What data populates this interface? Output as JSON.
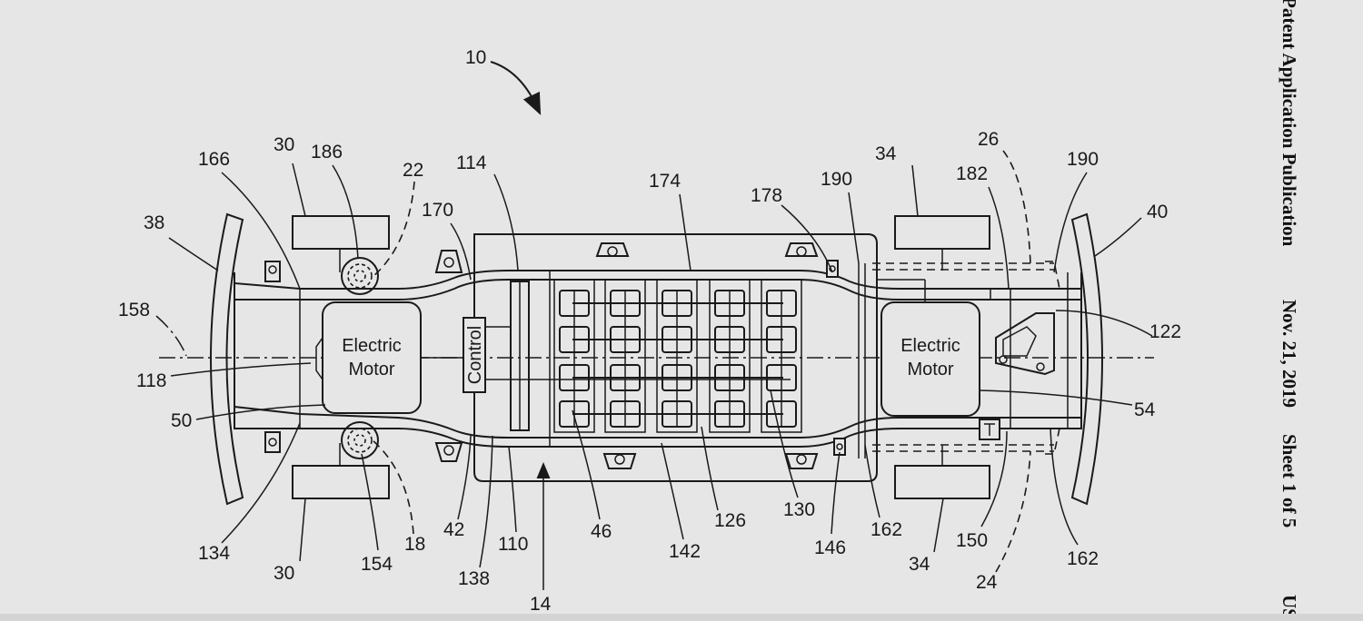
{
  "header": {
    "publication": "Patent Application Publication",
    "date": "Nov. 21, 2019",
    "sheet": "Sheet 1 of 5",
    "country": "US"
  },
  "diagram": {
    "component_labels": {
      "front_motor": [
        "Electric",
        "Motor"
      ],
      "rear_motor": [
        "Electric",
        "Motor"
      ],
      "control": "Control"
    },
    "reference_numerals": {
      "r10": "10",
      "r14": "14",
      "r18": "18",
      "r22": "22",
      "r24": "24",
      "r26": "26",
      "r30a": "30",
      "r30b": "30",
      "r34a": "34",
      "r34b": "34",
      "r38": "38",
      "r40": "40",
      "r42": "42",
      "r46": "46",
      "r50": "50",
      "r54": "54",
      "r110": "110",
      "r114": "114",
      "r118": "118",
      "r122": "122",
      "r126": "126",
      "r130": "130",
      "r134": "134",
      "r138": "138",
      "r142": "142",
      "r146": "146",
      "r150": "150",
      "r154": "154",
      "r158": "158",
      "r162a": "162",
      "r162b": "162",
      "r166": "166",
      "r170": "170",
      "r174": "174",
      "r178": "178",
      "r182": "182",
      "r186": "186",
      "r190a": "190",
      "r190b": "190"
    }
  }
}
